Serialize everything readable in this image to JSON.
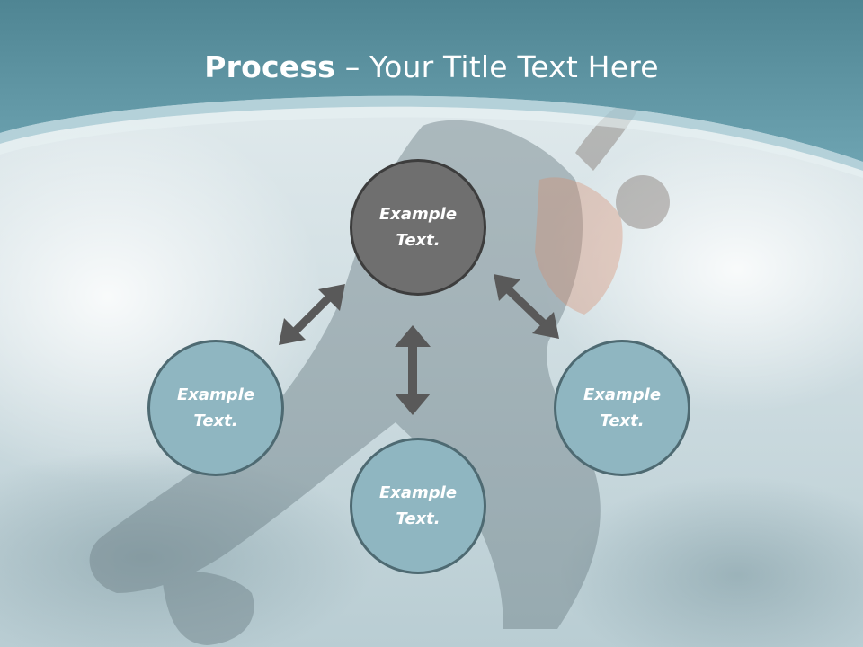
{
  "title": {
    "bold": "Process",
    "rest": " – Your Title Text Here"
  },
  "nodes": {
    "top": {
      "label": "Example\nText."
    },
    "left": {
      "label": "Example\nText."
    },
    "bottom": {
      "label": "Example\nText."
    },
    "right": {
      "label": "Example\nText."
    }
  },
  "colors": {
    "header": "#5f96a4",
    "center_node": "#6f6f6f",
    "outer_node": "#8fb6c1",
    "arrow": "#595959"
  }
}
